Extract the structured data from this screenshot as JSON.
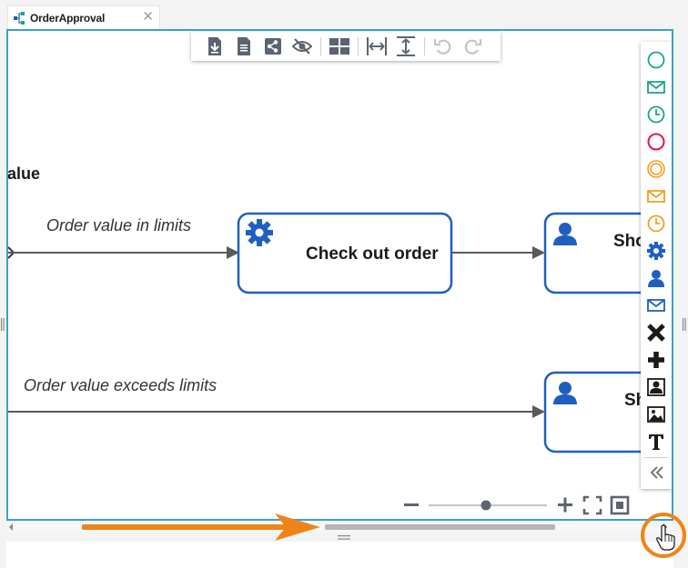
{
  "tab": {
    "title": "OrderApproval",
    "close_glyph": "✕"
  },
  "toolbar": {
    "buttons": [
      {
        "name": "download-icon"
      },
      {
        "name": "document-icon"
      },
      {
        "name": "share-icon"
      },
      {
        "name": "hide-icon"
      },
      {
        "name": "layout-grid-icon"
      },
      {
        "name": "fit-width-icon"
      },
      {
        "name": "fit-height-icon"
      },
      {
        "name": "undo-icon"
      },
      {
        "name": "redo-icon"
      }
    ]
  },
  "diagram": {
    "partial_label": "alue",
    "flow_label_top": "Order value in limits",
    "flow_label_bottom": "Order value exceeds limits",
    "task_service": "Check out order",
    "task_user_top": "Sho",
    "task_user_bottom": "Sh"
  },
  "palette": {
    "items": [
      {
        "name": "start-event-icon",
        "color": "#1aa58a"
      },
      {
        "name": "message-start-event-icon",
        "color": "#1aa58a"
      },
      {
        "name": "timer-start-event-icon",
        "color": "#1aa58a"
      },
      {
        "name": "end-event-icon",
        "color": "#e8124f"
      },
      {
        "name": "intermediate-event-icon",
        "color": "#f0a020"
      },
      {
        "name": "message-intermediate-event-icon",
        "color": "#f0a020"
      },
      {
        "name": "timer-intermediate-event-icon",
        "color": "#f0a020"
      },
      {
        "name": "service-task-icon",
        "color": "#1f5fbf"
      },
      {
        "name": "user-task-icon",
        "color": "#1f5fbf"
      },
      {
        "name": "mail-task-icon",
        "color": "#1f5fbf"
      },
      {
        "name": "exclusive-gateway-icon",
        "color": "#1a1a1a"
      },
      {
        "name": "parallel-gateway-icon",
        "color": "#1a1a1a"
      },
      {
        "name": "subprocess-icon",
        "color": "#1a1a1a"
      },
      {
        "name": "image-icon",
        "color": "#1a1a1a"
      },
      {
        "name": "text-annotation-icon",
        "color": "#1a1a1a"
      },
      {
        "name": "collapse-palette-icon",
        "color": "#777777"
      }
    ]
  },
  "colors": {
    "canvas_border": "#3aa0c8",
    "task_border": "#1f5fbf",
    "annotation": "#ee8419"
  }
}
